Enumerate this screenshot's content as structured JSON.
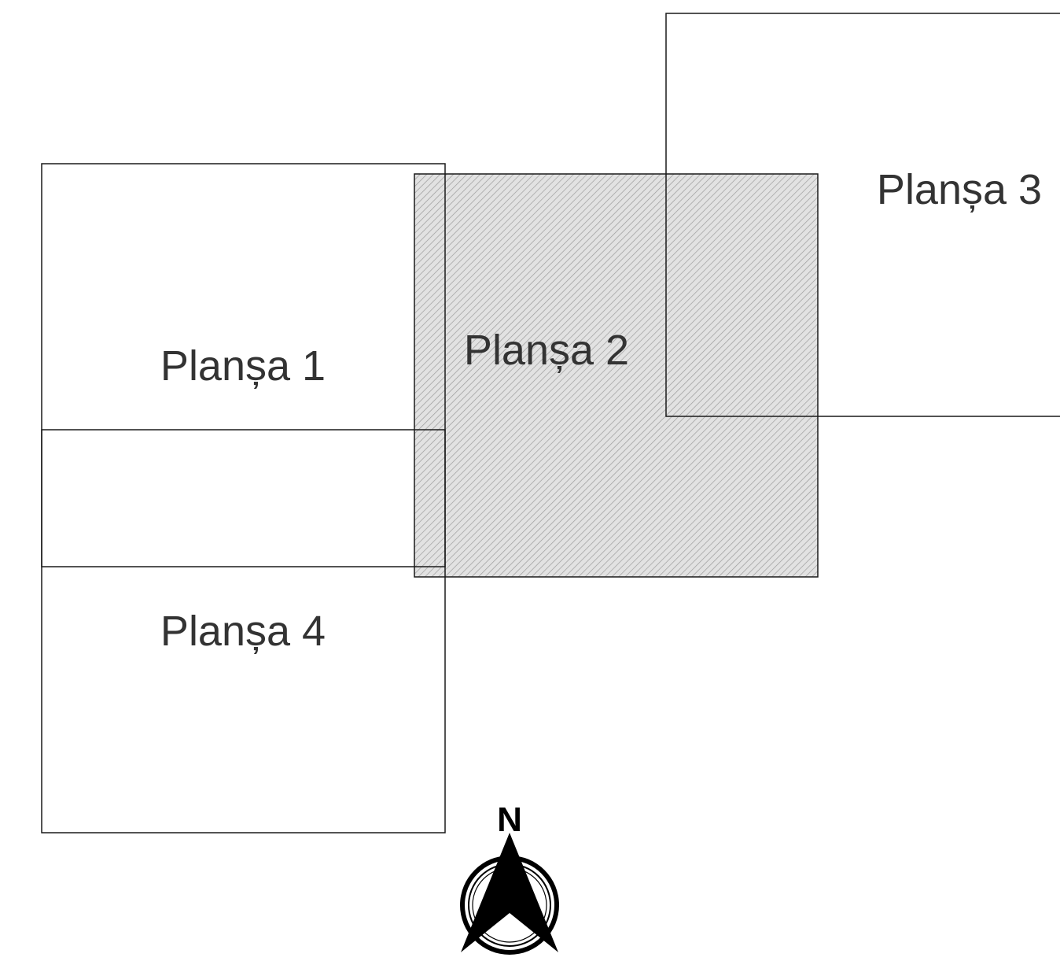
{
  "sheets": [
    {
      "id": "plansa-1",
      "label": "Planșa 1"
    },
    {
      "id": "plansa-2",
      "label": "Planșa 2",
      "highlighted": true
    },
    {
      "id": "plansa-3",
      "label": "Planșa 3"
    },
    {
      "id": "plansa-4",
      "label": "Planșa 4"
    }
  ],
  "north_arrow": {
    "label": "N"
  },
  "colors": {
    "outline": "#1a1a1a",
    "highlight_fill": "#d9d9d9",
    "hatch": "#a0a0a0",
    "text": "#333333"
  }
}
